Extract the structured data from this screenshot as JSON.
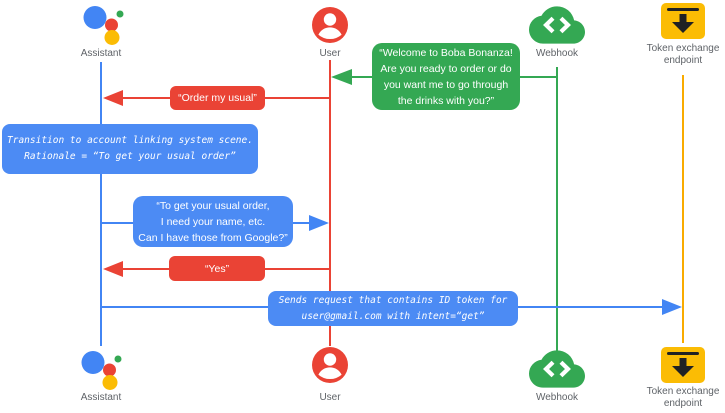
{
  "colors": {
    "blue_line": "#4285F4",
    "blue_box": "#4C8BF4",
    "red": "#EA4335",
    "green": "#34A853",
    "yellow_line": "#F9AB00",
    "yellow_icon": "#FBBC04",
    "label_gray": "#5F6368",
    "icon_glyph_dark": "#202124"
  },
  "actors": {
    "assistant": {
      "label": "Assistant"
    },
    "user": {
      "label": "User"
    },
    "webhook": {
      "label": "Webhook"
    },
    "token_endpoint": {
      "label": "Token exchange\nendpoint"
    }
  },
  "messages": {
    "welcome": {
      "from": "Webhook",
      "to": "User",
      "text": "“Welcome to Boba Bonanza!\nAre you ready to order or do\nyou want me to go through\nthe drinks with you?”"
    },
    "order_usual": {
      "from": "User",
      "to": "Assistant",
      "text": "“Order my usual”"
    },
    "transition_note": {
      "from": "Assistant",
      "to": "Assistant",
      "text": "Transition to account linking system scene.\nRationale = “To get your usual order”"
    },
    "ask_permission": {
      "from": "Assistant",
      "to": "User",
      "text": "“To get your usual order,\nI need your name, etc.\nCan I have those from Google?”"
    },
    "yes": {
      "from": "User",
      "to": "Assistant",
      "text": "“Yes”"
    },
    "send_request": {
      "from": "Assistant",
      "to": "Token exchange endpoint",
      "text": "Sends request that contains ID token for\nuser@gmail.com with intent=“get”"
    }
  }
}
